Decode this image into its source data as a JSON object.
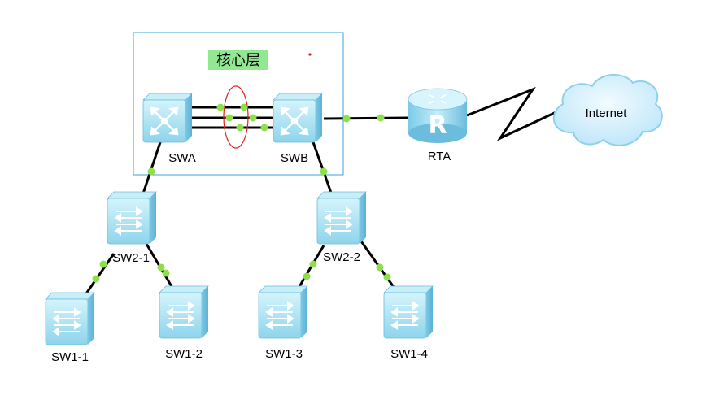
{
  "core_layer": {
    "label": "核心层",
    "label_bg_color": "#90e890",
    "border_color": "#3aa0d8"
  },
  "devices": {
    "swa": {
      "label": "SWA",
      "type": "core-switch"
    },
    "swb": {
      "label": "SWB",
      "type": "core-switch"
    },
    "rta": {
      "label": "RTA",
      "type": "router"
    },
    "internet": {
      "label": "Internet",
      "type": "cloud"
    },
    "sw2_1": {
      "label": "SW2-1",
      "type": "switch"
    },
    "sw2_2": {
      "label": "SW2-2",
      "type": "switch"
    },
    "sw1_1": {
      "label": "SW1-1",
      "type": "switch"
    },
    "sw1_2": {
      "label": "SW1-2",
      "type": "switch"
    },
    "sw1_3": {
      "label": "SW1-3",
      "type": "switch"
    },
    "sw1_4": {
      "label": "SW1-4",
      "type": "switch"
    }
  },
  "colors": {
    "link": "#000000",
    "port_dot": "#8ee04a",
    "trunk_ellipse": "#e02020",
    "device_face": "#a8e4f4",
    "device_side": "#7cc8e4",
    "cloud_fill": "#c6ecfa",
    "cloud_stroke": "#8fd0ee"
  }
}
